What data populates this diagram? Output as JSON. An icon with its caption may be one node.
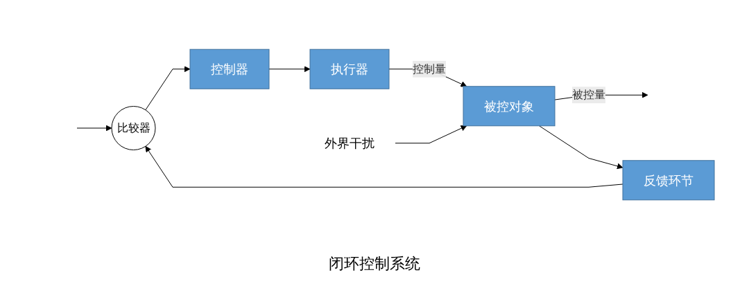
{
  "diagram": {
    "caption": "闭环控制系统",
    "nodes": [
      {
        "text": [
          "比较器"
        ]
      },
      {
        "text": [
          "控制器"
        ]
      },
      {
        "text": [
          "执行器"
        ]
      },
      {
        "text": [
          "被控对象"
        ]
      },
      {
        "text": [
          "反馈环节"
        ]
      },
      {
        "text": [
          "外界干扰"
        ]
      }
    ],
    "edges": [
      {
        "from": null,
        "to": 0,
        "arrow": "to"
      },
      {
        "from": 0,
        "to": 1,
        "arrow": "to"
      },
      {
        "from": 1,
        "to": 2,
        "arrow": "to"
      },
      {
        "from": 2,
        "to": 3,
        "arrow": "to",
        "label": "控制量"
      },
      {
        "from": 3,
        "to": null,
        "arrow": "to",
        "label": "被控量"
      },
      {
        "from": 5,
        "to": 3,
        "arrow": "to"
      },
      {
        "from": 3,
        "to": 4,
        "arrow": "to"
      },
      {
        "from": 4,
        "to": 0,
        "arrow": "to"
      }
    ]
  }
}
